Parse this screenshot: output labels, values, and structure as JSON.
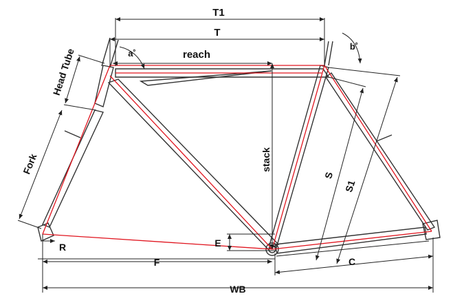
{
  "diagram": {
    "labels": {
      "t1": "T1",
      "t": "T",
      "reach": "reach",
      "head_tube": "Head Tube",
      "a_angle": "a˚",
      "b_angle": "b˚",
      "fork": "Fork",
      "stack": "stack",
      "s": "S",
      "s1": "S1",
      "e": "E",
      "r": "R",
      "f": "F",
      "c": "C",
      "wb": "WB"
    },
    "colors": {
      "geometry_lines": "#e0141e",
      "frame_outline": "#333333",
      "dimension_lines": "#222222"
    }
  }
}
